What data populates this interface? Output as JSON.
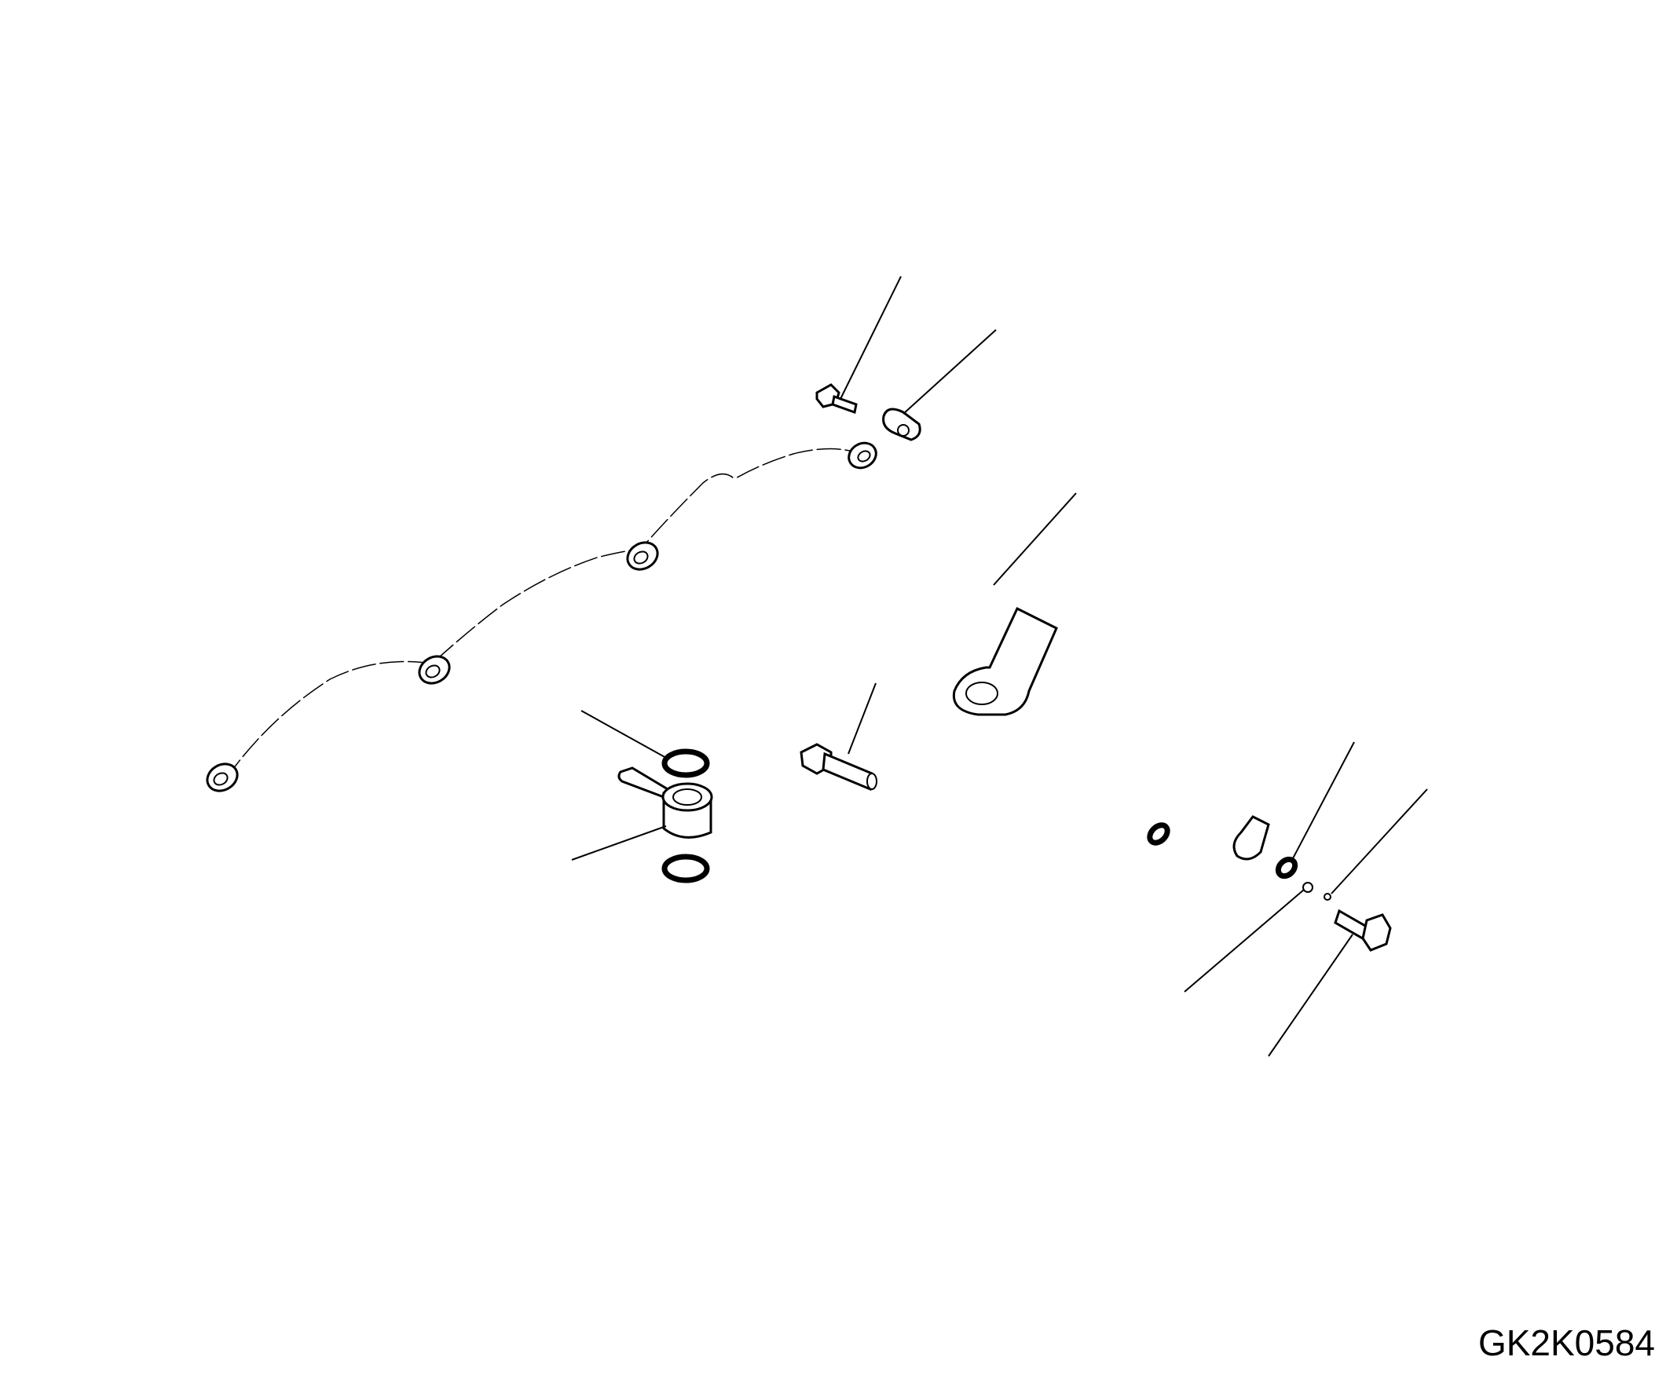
{
  "drawing_code": "GK2K0584",
  "colors": {
    "line": "#000000",
    "background": "#ffffff"
  },
  "parts": [
    "bolt-top",
    "clamp-top",
    "fuel-pipe-assembly",
    "gasket-upper-left",
    "eye-joint",
    "gasket-lower-left",
    "hollow-bolt-center",
    "gasket-right-inner",
    "gasket-right-outer",
    "ball",
    "spring-pin",
    "bolt-right"
  ]
}
